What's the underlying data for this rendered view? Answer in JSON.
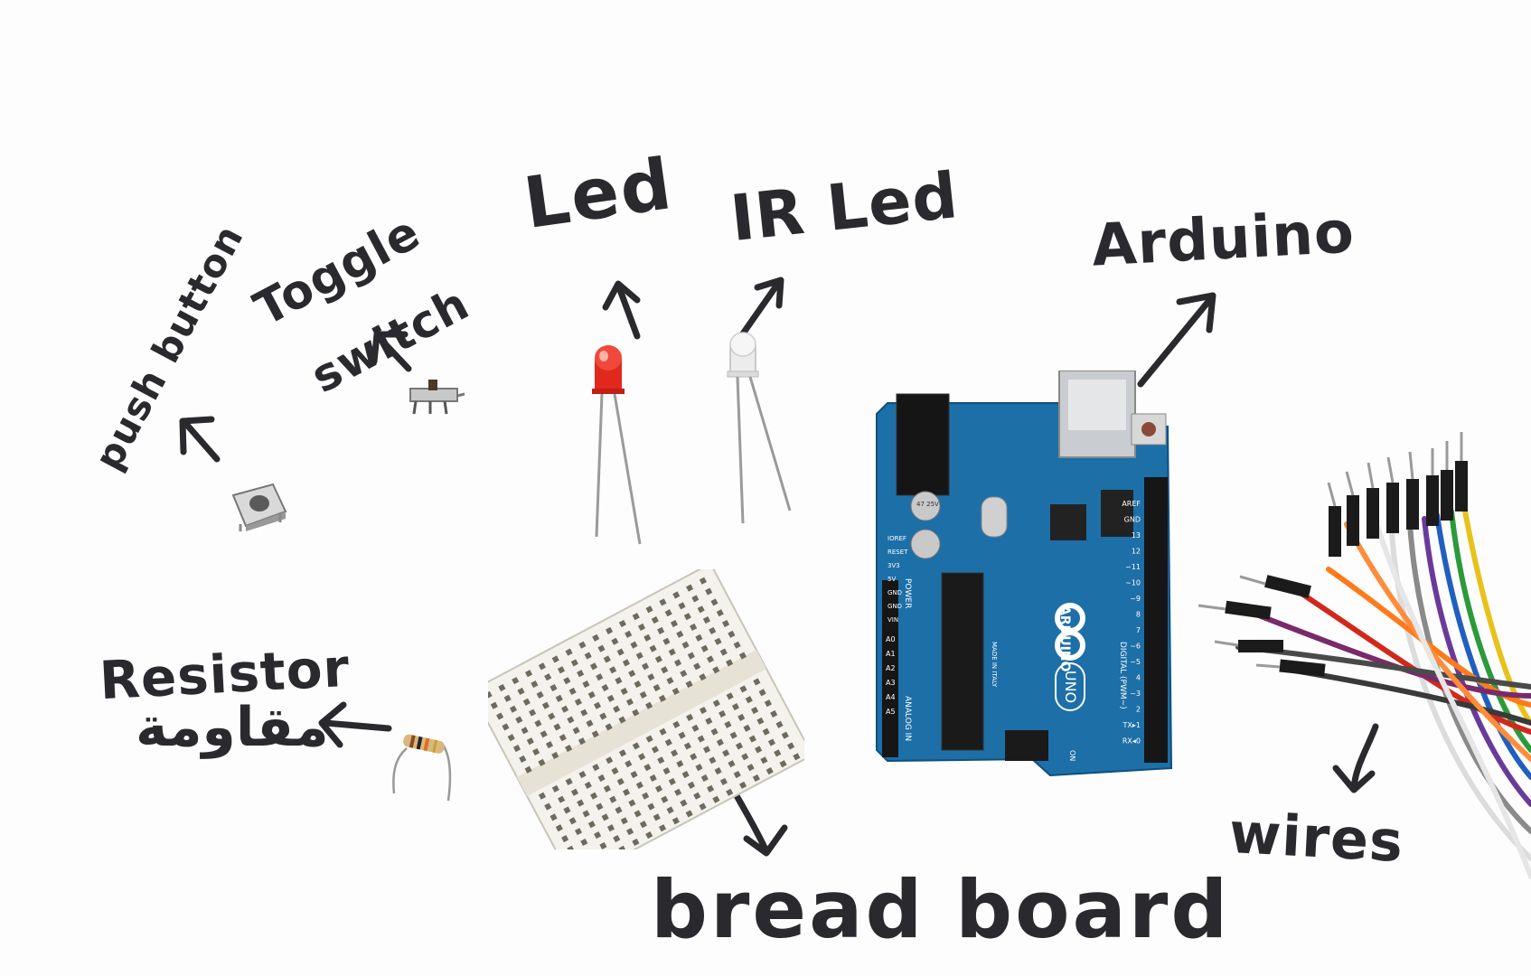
{
  "labels": {
    "push_button": "push button",
    "toggle_switch_1": "Toggle",
    "toggle_switch_2": "switch",
    "led": "Led",
    "ir_led": "IR Led",
    "arduino": "Arduino",
    "resistor_en": "Resistor",
    "resistor_ar": "مقاومة",
    "breadboard": "bread board",
    "wires": "wires"
  },
  "board_silkscreen": {
    "brand": "ARDUINO",
    "model": "UNO",
    "digital": "DIGITAL (PWM~)",
    "analog": "ANALOG IN",
    "power": "POWER",
    "on": "ON",
    "pins_right": [
      "AREF",
      "GND",
      "13",
      "12",
      "~11",
      "~10",
      "~9",
      "8",
      "7",
      "~6",
      "~5",
      "4",
      "~3",
      "2",
      "TX▸1",
      "RX◂0"
    ],
    "pins_left": [
      "IOREF",
      "RESET",
      "3V3",
      "5V",
      "GND",
      "GND",
      "VIN"
    ],
    "analog_pins": [
      "A0",
      "A1",
      "A2",
      "A3",
      "A4",
      "A5"
    ],
    "cap_label": "47 25V",
    "made_in": "MADE IN ITALY"
  },
  "colors": {
    "board": "#1d6fa8",
    "led_red": "#e0281c",
    "ink": "#2a2a2e",
    "breadboard": "#f4f2ec"
  }
}
